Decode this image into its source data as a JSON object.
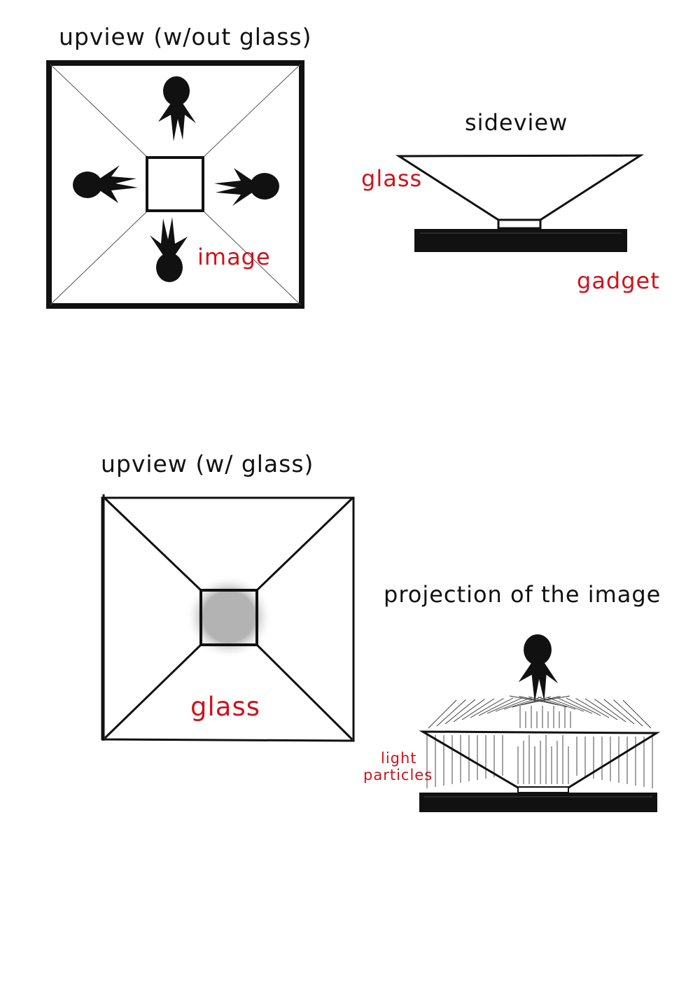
{
  "colors": {
    "ink": "#111111",
    "accent": "#d0121b"
  },
  "panels": {
    "upview_without_glass": {
      "title": "upview (w/out glass)",
      "image_label": "image"
    },
    "sideview": {
      "title": "sideview",
      "glass_label": "glass",
      "gadget_label": "gadget"
    },
    "upview_with_glass": {
      "title": "upview (w/ glass)",
      "glass_label": "glass"
    },
    "projection": {
      "title": "projection of the image",
      "light_label_line1": "light",
      "light_label_line2": "particles"
    }
  }
}
